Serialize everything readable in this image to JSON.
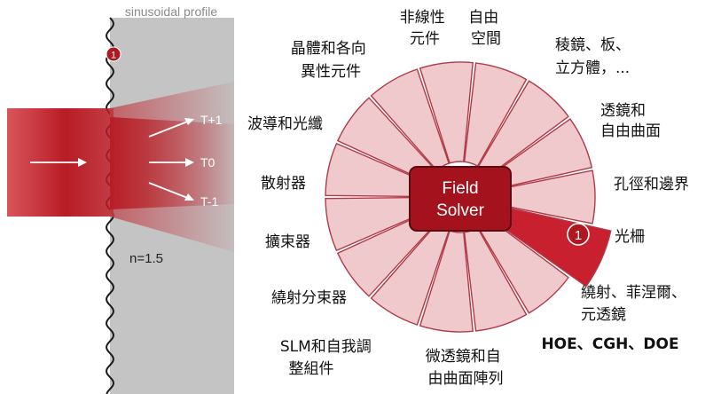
{
  "left_panel": {
    "profile_label": "sinusoidal profile",
    "badge": "1",
    "orders": [
      "T+1",
      "T0",
      "T-1"
    ],
    "index_label": "n=1.5"
  },
  "wheel": {
    "center_lines": [
      "Field",
      "Solver"
    ],
    "highlight_badge": "1",
    "segments": [
      {
        "lines": [
          "非線性",
          "元件"
        ]
      },
      {
        "lines": [
          "自由",
          "空間"
        ]
      },
      {
        "lines": [
          "稜鏡、板、",
          "立方體，..."
        ]
      },
      {
        "lines": [
          "透鏡和",
          "自由曲面"
        ]
      },
      {
        "lines": [
          "孔徑和邊界"
        ]
      },
      {
        "lines": [
          "光柵"
        ],
        "highlighted": true
      },
      {
        "lines": [
          "繞射、菲涅爾、",
          "元透鏡"
        ]
      },
      {
        "lines": [
          "HOE、CGH、DOE"
        ],
        "bold": true
      },
      {
        "lines": [
          "微透鏡和自",
          "由曲面陣列"
        ]
      },
      {
        "lines": [
          "SLM和自我調",
          "整組件"
        ]
      },
      {
        "lines": [
          "繞射分束器"
        ]
      },
      {
        "lines": [
          "擴束器"
        ]
      },
      {
        "lines": [
          "散射器"
        ]
      },
      {
        "lines": [
          "波導和光纖"
        ]
      },
      {
        "lines": [
          "晶體和各向",
          "異性元件"
        ]
      }
    ]
  },
  "colors": {
    "segment_fill": "#efc9cc",
    "segment_stroke": "#b03a48",
    "highlight_fill": "#c8202e",
    "center_fill": "#a4131d",
    "beam": "#b81c24"
  }
}
